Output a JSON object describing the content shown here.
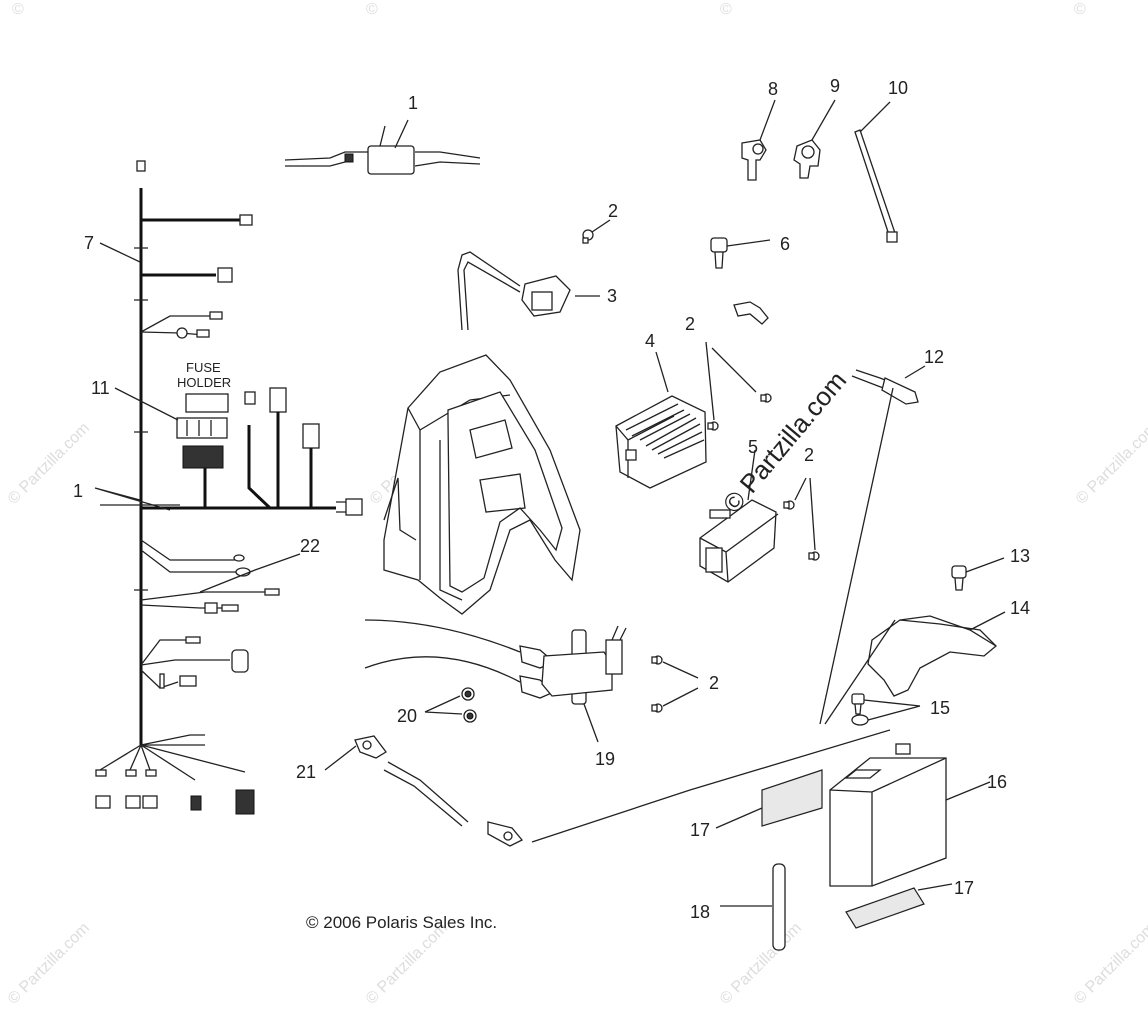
{
  "labels": {
    "l1a": "1",
    "l1b": "1",
    "l2a": "2",
    "l2b": "2",
    "l2c": "2",
    "l2d": "2",
    "l3": "3",
    "l4": "4",
    "l5": "5",
    "l6": "6",
    "l7": "7",
    "l8": "8",
    "l9": "9",
    "l10": "10",
    "l11": "11",
    "l12": "12",
    "l13": "13",
    "l14": "14",
    "l15": "15",
    "l16": "16",
    "l17a": "17",
    "l17b": "17",
    "l18": "18",
    "l19": "19",
    "l20": "20",
    "l21": "21",
    "l22": "22"
  },
  "fuse_holder": {
    "line1": "FUSE",
    "line2": "HOLDER"
  },
  "watermark_main": "© Partzilla.com",
  "watermark_small": "© Partzilla.com",
  "watermark_symbol": "©",
  "copyright": "© 2006 Polaris Sales Inc."
}
